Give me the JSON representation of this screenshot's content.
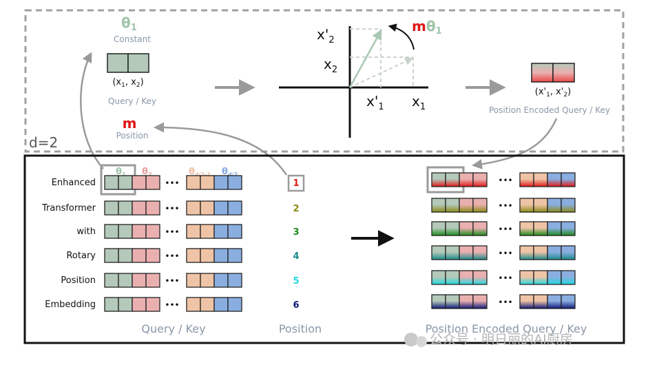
{
  "top_panel": {
    "dimension_label": "d=2",
    "theta": "θ",
    "theta_sub": "1",
    "constant_label": "Constant",
    "pair_label": {
      "open": "(x",
      "s1": "1",
      "mid": ", x",
      "s2": "2",
      "close": ")"
    },
    "query_key_label": "Query / Key",
    "m_label": "m",
    "position_label": "Position",
    "rotation_label": {
      "m": "m",
      "theta": "θ",
      "sub": "1"
    },
    "axis_labels": {
      "x2_prime": {
        "base": "x'",
        "sub": "2"
      },
      "x2": {
        "base": "x",
        "sub": "2"
      },
      "x1_prime": {
        "base": "x'",
        "sub": "1"
      },
      "x1": {
        "base": "x",
        "sub": "1"
      }
    },
    "encoded_pair_label": {
      "open": "(x'",
      "s1": "1",
      "mid": ", x'",
      "s2": "2",
      "close": ")"
    },
    "encoded_label": "Position Encoded Query / Key"
  },
  "bottom_panel": {
    "tokens": [
      "Enhanced",
      "Transformer",
      "with",
      "Rotary",
      "Position",
      "Embedding"
    ],
    "positions": [
      "1",
      "2",
      "3",
      "4",
      "5",
      "6"
    ],
    "position_colors": [
      "#e01818",
      "#8a8a16",
      "#1a8a1a",
      "#1a8a8a",
      "#22d8e0",
      "#101878"
    ],
    "theta_headers": [
      {
        "base": "θ",
        "sub": "1",
        "color": "#9fc4a9"
      },
      {
        "base": "θ",
        "sub": "2",
        "color": "#e8a0a0"
      },
      {
        "base": "θ",
        "sub": "d/2-1",
        "color": "#efbfa2"
      },
      {
        "base": "θ",
        "sub": "d/2",
        "color": "#85a8dd"
      }
    ],
    "ellipsis": "•••",
    "caption_query_key": "Query / Key",
    "caption_position": "Position",
    "caption_encoded": "Position Encoded Query / Key"
  },
  "watermark": "公众号 · 明日丽的AI厨房",
  "colors": {
    "teal_cell": "#b4c9b9",
    "pink_cell": "#eab0b0",
    "peach_cell": "#efc4a6",
    "blue_cell": "#8aaee0",
    "red_accent": "#e01818",
    "theta_green": "#9fc4a9",
    "gray_frame": "#9a9a9a"
  }
}
